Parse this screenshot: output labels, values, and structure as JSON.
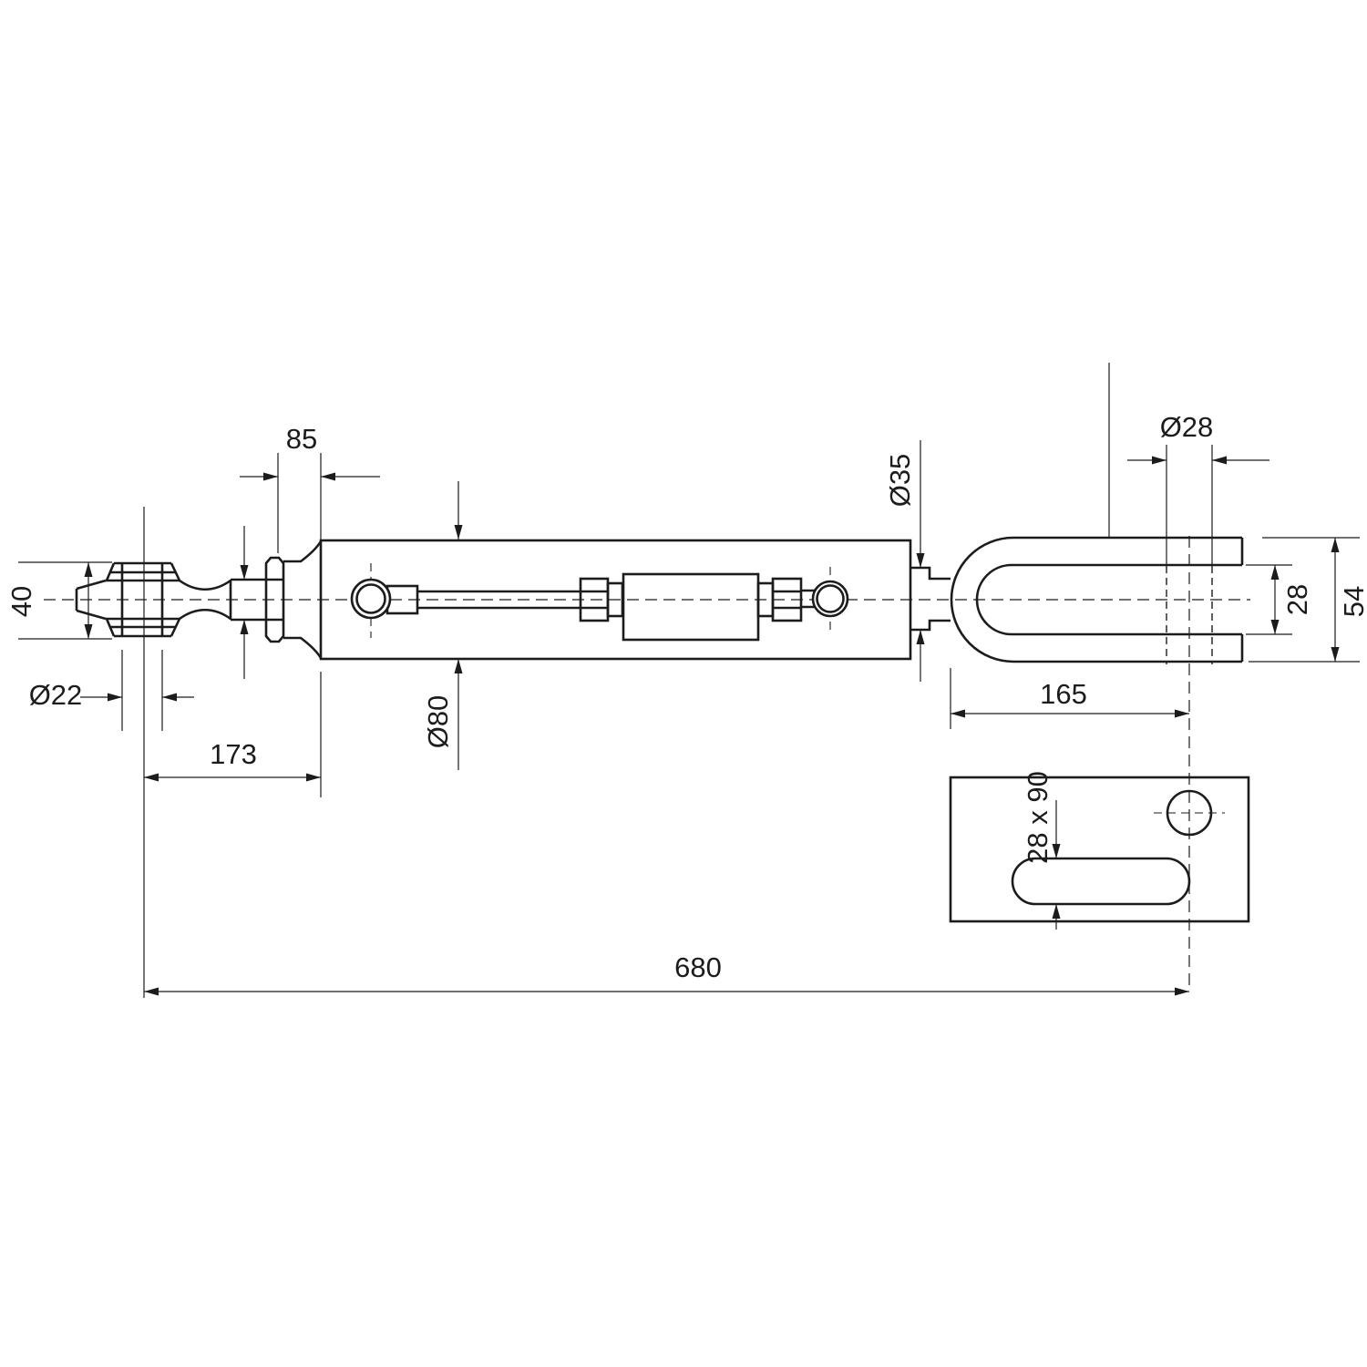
{
  "drawing": {
    "background_color": "#ffffff",
    "line_color": "#1c1c1c",
    "dims": {
      "nut_to_body": "85",
      "ball_end_width": "40",
      "ball_bore_diameter": "Ø22",
      "ball_to_body_length": "173",
      "body_diameter": "Ø80",
      "clevis_shaft_diameter": "Ø35",
      "clevis_hole_diameter": "Ø28",
      "clevis_inner_gap": "28",
      "clevis_outer_height": "54",
      "clevis_length": "165",
      "plate_slot_size": "28 x 90",
      "overall_length": "680"
    }
  }
}
